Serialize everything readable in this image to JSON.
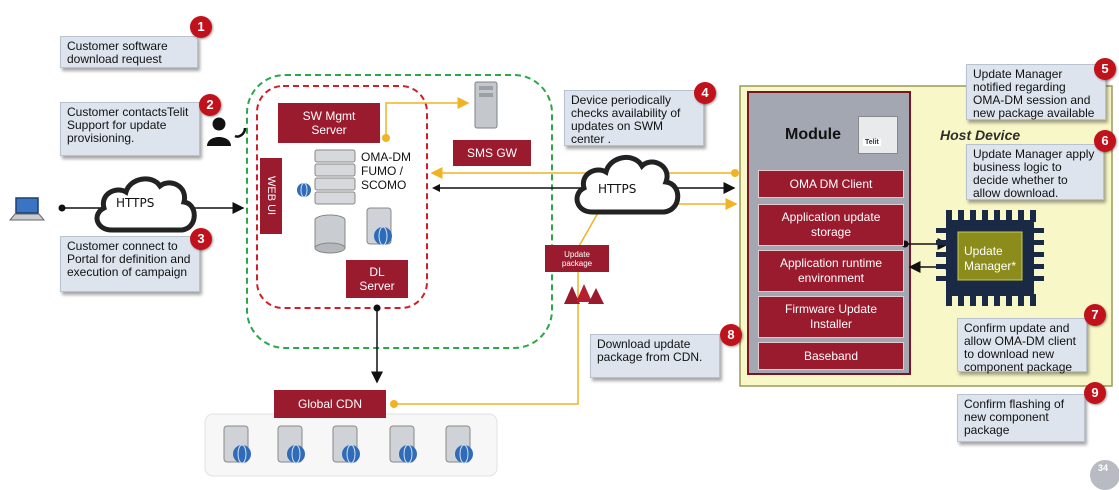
{
  "notes": {
    "n1": "Customer software download request",
    "n2": "Customer contactsTelit Support for update provisioning.",
    "n3": "Customer connect to Portal for definition and execution of campaign",
    "n4": "Device periodically checks availability of updates on SWM center .",
    "n5": "Update Manager notified regarding OMA-DM session and new package available",
    "n6": "Update Manager apply business logic to decide whether to allow download.",
    "n7": "Confirm update and allow OMA-DM client to download new component package",
    "n8": "Download update package from CDN.",
    "n9": "Confirm flashing of new  component package"
  },
  "badges": [
    "1",
    "2",
    "3",
    "4",
    "5",
    "6",
    "7",
    "8",
    "9"
  ],
  "cloud_left": "HTTPS",
  "cloud_mid": "HTTPS",
  "server": {
    "sw_mgmt": "SW Mgmt Server",
    "oma_dm": "OMA-DM FUMO / SCOMO",
    "web_ui": "WEB UI",
    "sms_gw": "SMS GW",
    "dl_server": "DL Server",
    "global_cdn": "Global CDN"
  },
  "update_package": "Update package",
  "module": {
    "title": "Module",
    "chip_brand": "Telit",
    "items": [
      "OMA DM Client",
      "Application update storage",
      "Application runtime environment",
      "Firmware Update Installer",
      "Baseband"
    ]
  },
  "host_device": "Host Device",
  "update_manager": "Update Manager*",
  "page_number": "34",
  "colors": {
    "accent_red": "#9b1b2e",
    "badge_red": "#c1121c",
    "host_yellow": "#f8f7c8",
    "link_orange": "#f0b323",
    "dash_green": "#2aa64b",
    "dash_red": "#d11f28"
  }
}
